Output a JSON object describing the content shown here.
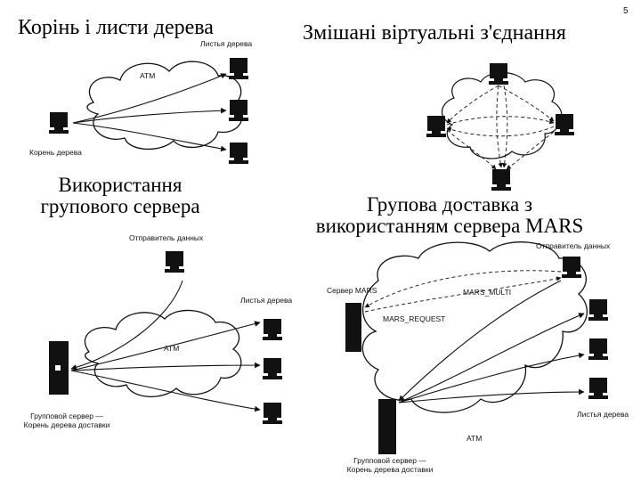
{
  "slide_number": "5",
  "sections": {
    "top_left": {
      "title": "Корінь і листи дерева",
      "cloud_label": "ATM",
      "leaves_label": "Листья дерева",
      "root_label": "Корень дерева"
    },
    "top_right": {
      "title": "Змішані віртуальні з'єднання"
    },
    "bottom_left": {
      "heading_line1": "Використання",
      "heading_line2": "групового сервера",
      "sender_label": "Отправитель данных",
      "leaves_label": "Листья дерева",
      "cloud_label": "ATM",
      "server_label_line1": "Групповой сервер —",
      "server_label_line2": "Корень дерева доставки"
    },
    "bottom_right": {
      "heading_line1": "Групова доставка з",
      "heading_line2": "використанням сервера MARS",
      "sender_label": "Отправитель данных",
      "mars_server_label": "Сервер MARS",
      "mars_multi_label": "MARS_MULTI",
      "mars_request_label": "MARS_REQUEST",
      "leaves_label": "Листья дерева",
      "cloud_label": "ATM",
      "server_label_line1": "Групповой сервер —",
      "server_label_line2": "Корень дерева доставки"
    }
  }
}
